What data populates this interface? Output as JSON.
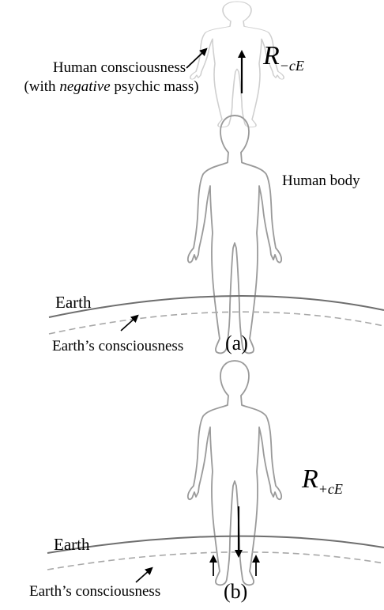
{
  "panel_a": {
    "consciousness_label_line1": "Human consciousness",
    "consciousness_label_line2_pre": "(with ",
    "consciousness_label_line2_em": "negative",
    "consciousness_label_line2_post": " psychic mass)",
    "force_symbol_base": "R",
    "force_symbol_sub": "−cE",
    "body_label": "Human body",
    "earth_label": "Earth",
    "earth_consciousness_label": "Earth’s consciousness",
    "panel_label": "(a)"
  },
  "panel_b": {
    "force_symbol_base": "R",
    "force_symbol_sub": "+cE",
    "earth_label": "Earth",
    "earth_consciousness_label": "Earth’s consciousness",
    "panel_label": "(b)"
  },
  "colors": {
    "body_outline": "#9a9a9a",
    "consciousness_outline": "#cfcfcf",
    "earth_surface": "#6e6e6e",
    "earth_consciousness": "#a8a8a8",
    "arrows": "#000000"
  }
}
